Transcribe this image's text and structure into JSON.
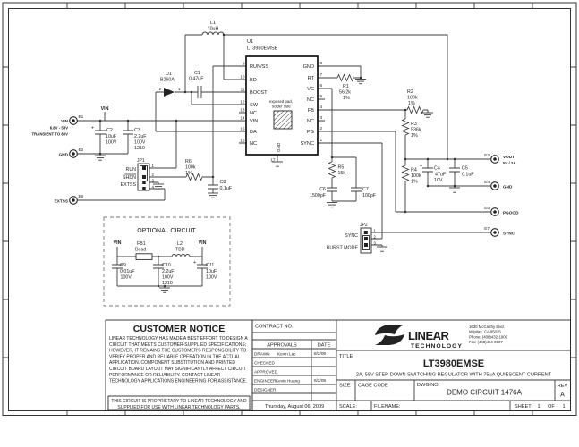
{
  "schematic": {
    "net_vin": "VIN",
    "u1": {
      "ref": "U1",
      "part": "LT3980EMSE",
      "pad1": "exposed pad,",
      "pad2": "solder side",
      "pad_gnd": "GND",
      "pin17": "17",
      "pins_left": [
        {
          "num": "9",
          "name": "RUN/SS"
        },
        {
          "num": "10",
          "name": "BD"
        },
        {
          "num": "11",
          "name": "BOOST"
        },
        {
          "num": "12",
          "name": "SW"
        },
        {
          "num": "13",
          "name": "NC"
        },
        {
          "num": "14",
          "name": "VIN"
        },
        {
          "num": "15",
          "name": "DA"
        },
        {
          "num": "16",
          "name": "NC"
        }
      ],
      "pins_right": [
        {
          "num": "8",
          "name": "GND"
        },
        {
          "num": "7",
          "name": "RT"
        },
        {
          "num": "6",
          "name": "VC"
        },
        {
          "num": "5",
          "name": "NC"
        },
        {
          "num": "4",
          "name": "FB"
        },
        {
          "num": "3",
          "name": "NC"
        },
        {
          "num": "2",
          "name": "PG"
        },
        {
          "num": "1",
          "name": "SYNC"
        }
      ]
    },
    "l1": {
      "ref": "L1",
      "value": "10uH"
    },
    "d1": {
      "ref": "D1",
      "value": "B260A",
      "p2": "2",
      "p1": "1"
    },
    "c1": {
      "ref": "C1",
      "value": "0.47uF"
    },
    "c2": {
      "ref": "C2",
      "value": "10uF",
      "volt": "100V",
      "plus": "+"
    },
    "c3": {
      "ref": "C3",
      "value": "2.2uF",
      "volt": "100V",
      "size": "1210"
    },
    "r6": {
      "ref": "R6",
      "value": "100k",
      "tol": "1%"
    },
    "c8": {
      "ref": "C8",
      "value": "0.1uF"
    },
    "jp1": {
      "ref": "JP1",
      "run": "RUN",
      "shdn": "SHDN",
      "extss": "EXTSS",
      "n1": "1",
      "n2": "2",
      "n3": "3",
      "n4": "4"
    },
    "r1": {
      "ref": "R1",
      "value": "56.2k",
      "tol": "1%"
    },
    "r2": {
      "ref": "R2",
      "value": "100k",
      "tol": "1%"
    },
    "r3": {
      "ref": "R3",
      "value": "536k",
      "tol": "1%"
    },
    "r4": {
      "ref": "R4",
      "value": "100k",
      "tol": "1%"
    },
    "r5": {
      "ref": "R5",
      "value": "15k"
    },
    "c6": {
      "ref": "C6",
      "value": "1500pF"
    },
    "c7": {
      "ref": "C7",
      "value": "100pF"
    },
    "c4": {
      "ref": "C4",
      "value": "47uF",
      "volt": "10V",
      "plus": "+"
    },
    "c5": {
      "ref": "C5",
      "value": "0.1uF"
    },
    "jp2": {
      "ref": "JP2",
      "sync": "SYNC",
      "burst": "BURST MODE",
      "n1": "1",
      "n2": "2",
      "n3": "3"
    },
    "e1": {
      "id": "E1",
      "label": "VIN",
      "sub1": "6.8V - 58V",
      "sub2": "TRANSIENT TO 80V"
    },
    "e2": {
      "id": "E2",
      "label": "GND"
    },
    "e6": {
      "id": "E6",
      "label": "EXTSS"
    },
    "e3": {
      "id": "E3",
      "label": "VOUT",
      "sub1": "5V / 2A"
    },
    "e4": {
      "id": "E4",
      "label": "GND"
    },
    "e5": {
      "id": "E5",
      "label": "PGOOD"
    },
    "e7": {
      "id": "E7",
      "label": "SYNC"
    },
    "optional": {
      "title": "OPTIONAL CIRCUIT",
      "vin_l": "VIN",
      "vin_r": "VIN",
      "fb1": {
        "ref": "FB1",
        "value": "Bead"
      },
      "l2": {
        "ref": "L2",
        "value": "TBD"
      },
      "c9": {
        "ref": "C9",
        "value": "0.01uF",
        "volt": "100V"
      },
      "c10": {
        "ref": "C10",
        "value": "2.2uF",
        "volt": "100V",
        "size": "1210"
      },
      "c11": {
        "ref": "C11",
        "value": "10uF",
        "volt": "100V",
        "plus": "+"
      }
    }
  },
  "notice": {
    "title": "CUSTOMER NOTICE",
    "line1": "LINEAR TECHNOLOGY HAS MADE A BEST EFFORT TO DESIGN A",
    "line2": "CIRCUIT THAT MEETS CUSTOMER-SUPPLIED SPECIFICATIONS;",
    "line3": "HOWEVER, IT REMAINS THE CUSTOMER'S RESPONSIBILITY TO",
    "line4": "VERIFY PROPER AND RELIABLE OPERATION IN THE ACTUAL",
    "line5": "APPLICATION.  COMPONENT SUBSTITUTION AND PRINTED",
    "line6": "CIRCUIT BOARD LAYOUT MAY SIGNIFICANTLY AFFECT CIRCUIT",
    "line7": "PERFORMANCE OR RELIABILITY.  CONTACT LINEAR",
    "line8": "TECHNOLOGY APPLICATIONS ENGINEERING FOR ASSISTANCE.",
    "prop1": "THIS CIRCUIT IS PROPRIETARY TO LINEAR TECHNOLOGY AND",
    "prop2": "SUPPLIED FOR USE WITH LINEAR TECHNOLOGY PARTS."
  },
  "titleblock": {
    "contract": "CONTRACT NO.",
    "approvals": "APPROVALS",
    "date": "DATE",
    "drawn": "DRAWN",
    "drawn_name": "Kevin Lac",
    "drawn_date": "8/2/09",
    "checked": "CHECKED",
    "approved": "APPROVED",
    "engineer": "ENGINEER",
    "engineer_name": "Kevin Huang",
    "engineer_date": "8/2/09",
    "designer": "DESIGNER",
    "print_date": "Thursday, August 06, 2009",
    "logo_name": "LINEAR",
    "logo_sub": "TECHNOLOGY",
    "addr1": "1630 McCarthy Blvd.",
    "addr2": "Milpitas, CA 95035",
    "addr3": "Phone: (408)432-1900",
    "addr4": "Fax: (408)434-0507",
    "title_label": "TITLE",
    "part": "LT3980EMSE",
    "subtitle": "2A, 58V STEP-DOWN SWITCHING REGULATOR WITH 75µA QUIESCENT CURRENT",
    "size_label": "SIZE",
    "cage_label": "CAGE CODE",
    "dwg_label": "DWG NO",
    "dwg_no": "DEMO CIRCUIT 1476A",
    "rev_label": "REV",
    "rev": "A",
    "scale_label": "SCALE:",
    "filename_label": "FILENAME:",
    "sheet_label": "SHEET",
    "sheet_no": "1",
    "of_label": "OF",
    "sheet_total": "1"
  }
}
